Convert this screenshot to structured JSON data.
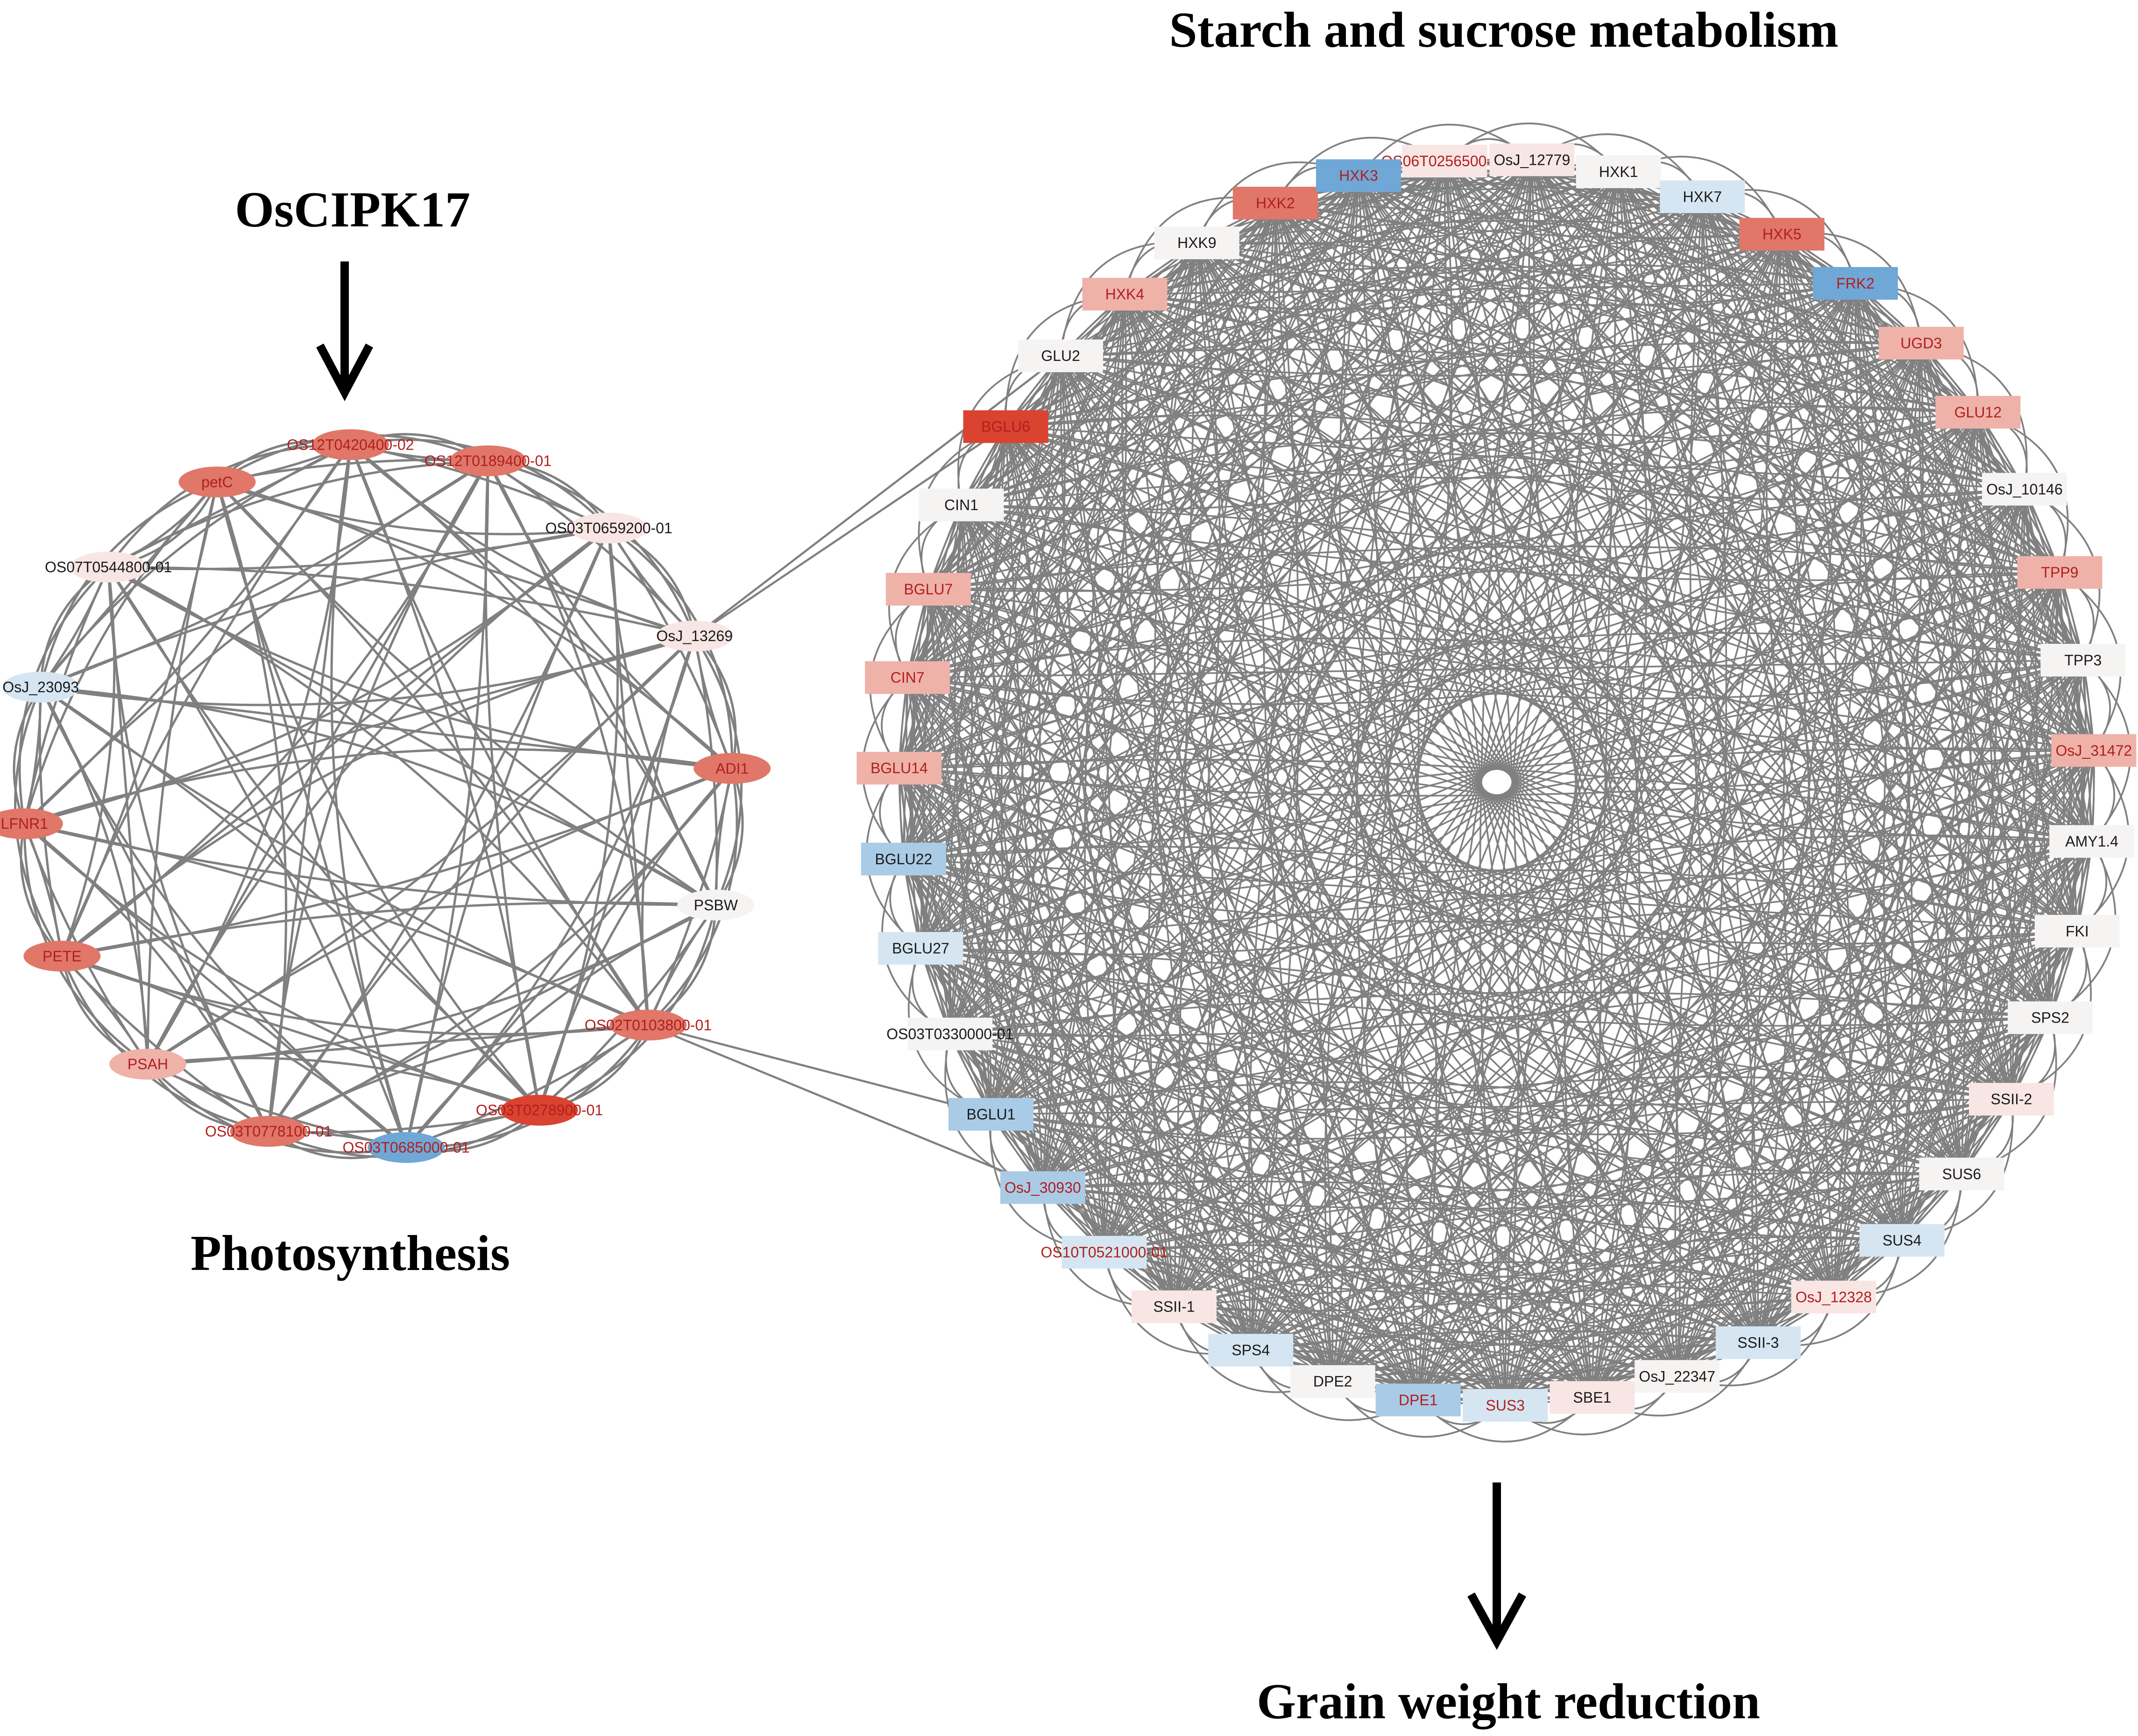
{
  "headings": {
    "top_left": "OsCIPK17",
    "left_bottom": "Photosynthesis",
    "top_right": "Starch and sucrose metabolism",
    "bottom_right": "Grain weight reduction"
  },
  "colors": {
    "edge": "#808080",
    "red_strong": "#d9432f",
    "red_medium": "#e07768",
    "red_light": "#eeb2a9",
    "red_pale": "#f8e6e4",
    "blue_strong": "#6fa7d6",
    "blue_medium": "#a9cbe6",
    "blue_light": "#d5e6f2",
    "neutral": "#f6f3f3",
    "label_red": "#b11f1f",
    "label_dark": "#1a1a1a"
  },
  "networks": {
    "photosynthesis": {
      "shape": "ellipse",
      "nodes": [
        {
          "id": "petC",
          "fill": "red_medium",
          "label_color": "label_red"
        },
        {
          "id": "OS12T0420400-02",
          "fill": "red_medium",
          "label_color": "label_red"
        },
        {
          "id": "OS12T0189400-01",
          "fill": "red_medium",
          "label_color": "label_red"
        },
        {
          "id": "OS03T0659200-01",
          "fill": "red_pale",
          "label_color": "label_dark"
        },
        {
          "id": "OsJ_13269",
          "fill": "red_pale",
          "label_color": "label_dark"
        },
        {
          "id": "ADI1",
          "fill": "red_medium",
          "label_color": "label_red"
        },
        {
          "id": "PSBW",
          "fill": "neutral",
          "label_color": "label_dark"
        },
        {
          "id": "OS02T0103800-01",
          "fill": "red_medium",
          "label_color": "label_red"
        },
        {
          "id": "OS03T0278900-01",
          "fill": "red_strong",
          "label_color": "label_red"
        },
        {
          "id": "OS03T0685000-01",
          "fill": "blue_strong",
          "label_color": "label_red"
        },
        {
          "id": "OS03T0778100-01",
          "fill": "red_medium",
          "label_color": "label_red"
        },
        {
          "id": "PSAH",
          "fill": "red_light",
          "label_color": "label_red"
        },
        {
          "id": "PETE",
          "fill": "red_medium",
          "label_color": "label_red"
        },
        {
          "id": "LFNR1",
          "fill": "red_medium",
          "label_color": "label_red"
        },
        {
          "id": "OsJ_23093",
          "fill": "blue_light",
          "label_color": "label_dark"
        },
        {
          "id": "OS07T0544800-01",
          "fill": "red_pale",
          "label_color": "label_dark"
        }
      ]
    },
    "starch_sucrose": {
      "shape": "rect",
      "nodes": [
        {
          "id": "OS06T0256500-01",
          "fill": "red_pale",
          "label_color": "label_red"
        },
        {
          "id": "OsJ_12779",
          "fill": "red_pale",
          "label_color": "label_dark"
        },
        {
          "id": "HXK1",
          "fill": "neutral",
          "label_color": "label_dark"
        },
        {
          "id": "HXK7",
          "fill": "blue_light",
          "label_color": "label_dark"
        },
        {
          "id": "HXK5",
          "fill": "red_medium",
          "label_color": "label_red"
        },
        {
          "id": "FRK2",
          "fill": "blue_strong",
          "label_color": "label_red"
        },
        {
          "id": "UGD3",
          "fill": "red_light",
          "label_color": "label_red"
        },
        {
          "id": "GLU12",
          "fill": "red_light",
          "label_color": "label_red"
        },
        {
          "id": "OsJ_10146",
          "fill": "neutral",
          "label_color": "label_dark"
        },
        {
          "id": "TPP9",
          "fill": "red_light",
          "label_color": "label_red"
        },
        {
          "id": "TPP3",
          "fill": "neutral",
          "label_color": "label_dark"
        },
        {
          "id": "OsJ_31472",
          "fill": "red_light",
          "label_color": "label_red"
        },
        {
          "id": "AMY1.4",
          "fill": "neutral",
          "label_color": "label_dark"
        },
        {
          "id": "FKI",
          "fill": "neutral",
          "label_color": "label_dark"
        },
        {
          "id": "SPS2",
          "fill": "neutral",
          "label_color": "label_dark"
        },
        {
          "id": "SSII-2",
          "fill": "red_pale",
          "label_color": "label_dark"
        },
        {
          "id": "SUS6",
          "fill": "neutral",
          "label_color": "label_dark"
        },
        {
          "id": "SUS4",
          "fill": "blue_light",
          "label_color": "label_dark"
        },
        {
          "id": "OsJ_12328",
          "fill": "red_pale",
          "label_color": "label_red"
        },
        {
          "id": "SSII-3",
          "fill": "blue_light",
          "label_color": "label_dark"
        },
        {
          "id": "OsJ_22347",
          "fill": "neutral",
          "label_color": "label_dark"
        },
        {
          "id": "SBE1",
          "fill": "red_pale",
          "label_color": "label_dark"
        },
        {
          "id": "SUS3",
          "fill": "blue_light",
          "label_color": "label_red"
        },
        {
          "id": "DPE1",
          "fill": "blue_medium",
          "label_color": "label_red"
        },
        {
          "id": "DPE2",
          "fill": "neutral",
          "label_color": "label_dark"
        },
        {
          "id": "SPS4",
          "fill": "blue_light",
          "label_color": "label_dark"
        },
        {
          "id": "SSII-1",
          "fill": "red_pale",
          "label_color": "label_dark"
        },
        {
          "id": "OS10T0521000-01",
          "fill": "blue_light",
          "label_color": "label_red"
        },
        {
          "id": "OsJ_30930",
          "fill": "blue_medium",
          "label_color": "label_red"
        },
        {
          "id": "BGLU1",
          "fill": "blue_medium",
          "label_color": "label_dark"
        },
        {
          "id": "OS03T0330000-01",
          "fill": "neutral",
          "label_color": "label_dark"
        },
        {
          "id": "BGLU27",
          "fill": "blue_light",
          "label_color": "label_dark"
        },
        {
          "id": "BGLU22",
          "fill": "blue_medium",
          "label_color": "label_dark"
        },
        {
          "id": "BGLU14",
          "fill": "red_light",
          "label_color": "label_red"
        },
        {
          "id": "CIN7",
          "fill": "red_light",
          "label_color": "label_red"
        },
        {
          "id": "BGLU7",
          "fill": "red_light",
          "label_color": "label_red"
        },
        {
          "id": "CIN1",
          "fill": "neutral",
          "label_color": "label_dark"
        },
        {
          "id": "BGLU6",
          "fill": "red_strong",
          "label_color": "label_red"
        },
        {
          "id": "GLU2",
          "fill": "neutral",
          "label_color": "label_dark"
        },
        {
          "id": "HXK4",
          "fill": "red_light",
          "label_color": "label_red"
        },
        {
          "id": "HXK9",
          "fill": "neutral",
          "label_color": "label_dark"
        },
        {
          "id": "HXK2",
          "fill": "red_medium",
          "label_color": "label_red"
        },
        {
          "id": "HXK3",
          "fill": "blue_strong",
          "label_color": "label_red"
        }
      ]
    }
  },
  "cross_edges": [
    [
      "OsJ_13269",
      "BGLU6"
    ],
    [
      "OsJ_13269",
      "GLU2"
    ],
    [
      "OS02T0103800-01",
      "BGLU1"
    ],
    [
      "OS02T0103800-01",
      "OsJ_30930"
    ]
  ]
}
